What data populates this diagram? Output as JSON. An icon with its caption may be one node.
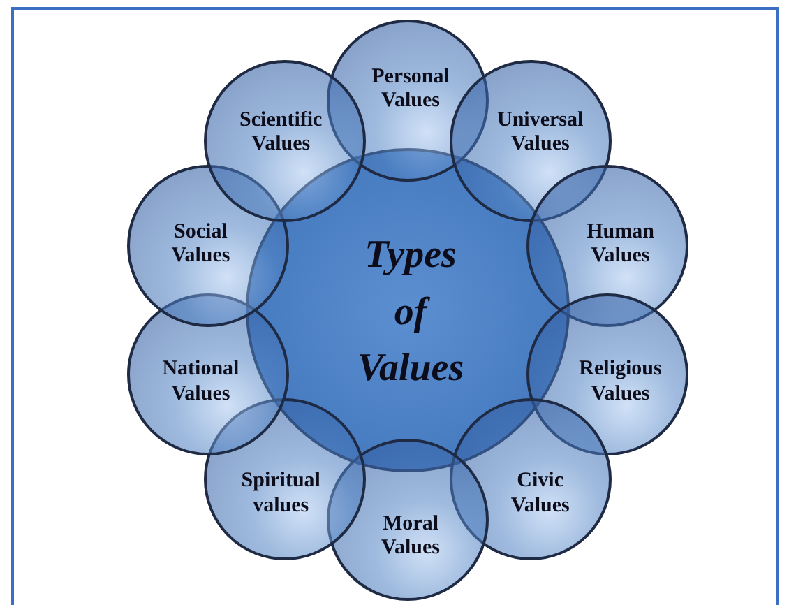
{
  "diagram": {
    "nodes": [
      {
        "text": [
          "Types of Values"
        ]
      },
      {
        "text": [
          "Personal Values"
        ]
      },
      {
        "text": [
          "Universal Values"
        ]
      },
      {
        "text": [
          "Human Values"
        ]
      },
      {
        "text": [
          "Religious Values"
        ]
      },
      {
        "text": [
          "Civic Values"
        ]
      },
      {
        "text": [
          "Moral Values"
        ]
      },
      {
        "text": [
          "Spiritual values"
        ]
      },
      {
        "text": [
          "National Values"
        ]
      },
      {
        "text": [
          "Social Values"
        ]
      },
      {
        "text": [
          "Scientific Values"
        ]
      }
    ]
  }
}
